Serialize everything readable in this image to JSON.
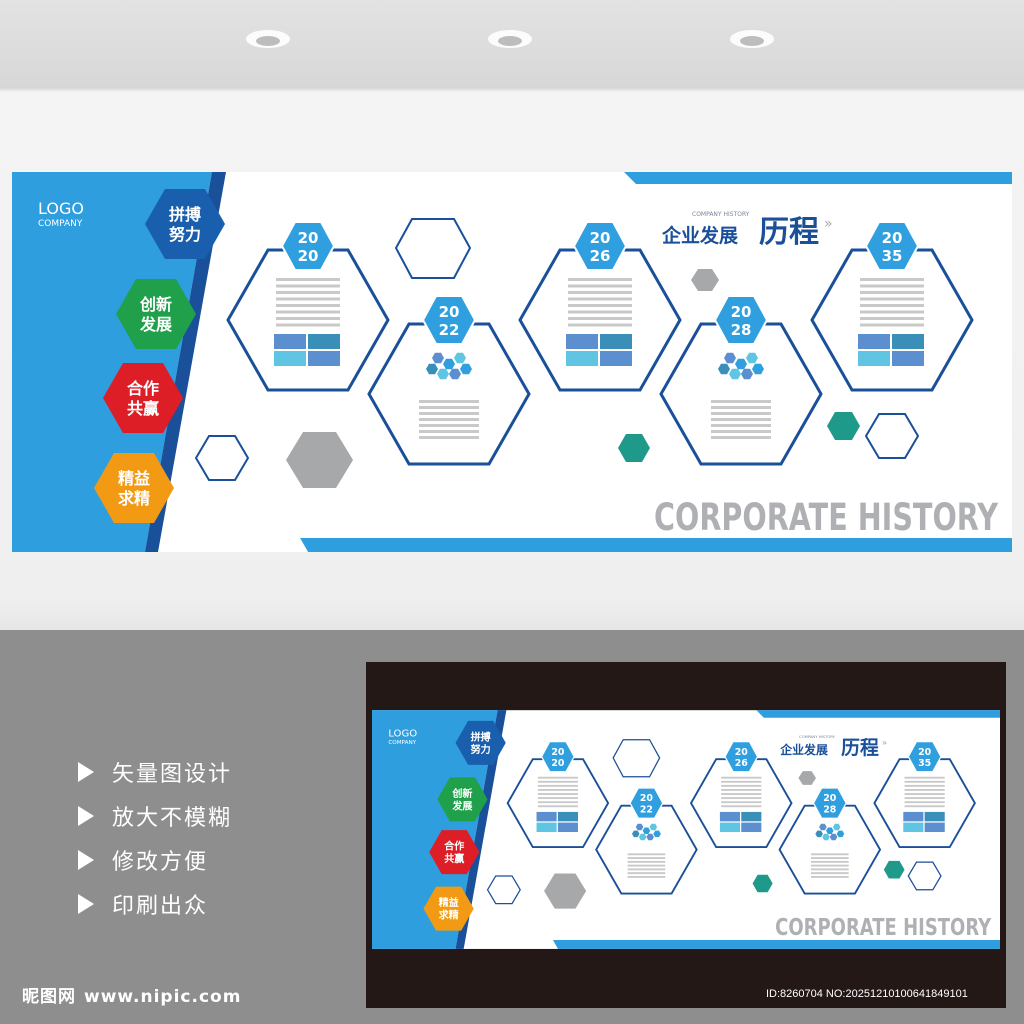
{
  "board": {
    "logo": "LOGO",
    "company": "COMPANY",
    "slogans": [
      {
        "line1": "拼搏",
        "line2": "努力",
        "color": "#1a5fae"
      },
      {
        "line1": "创新",
        "line2": "发展",
        "color": "#20a04a"
      },
      {
        "line1": "合作",
        "line2": "共赢",
        "color": "#dd1e27"
      },
      {
        "line1": "精益",
        "line2": "求精",
        "color": "#f29a13"
      }
    ],
    "years": [
      {
        "top": "20",
        "bottom": "20"
      },
      {
        "top": "20",
        "bottom": "22"
      },
      {
        "top": "20",
        "bottom": "26"
      },
      {
        "top": "20",
        "bottom": "28"
      },
      {
        "top": "20",
        "bottom": "35"
      }
    ],
    "title_small": "COMPANY HISTORY",
    "title_main": "企业发展",
    "title_big": "历程",
    "subtitle": "CORPORATE HISTORY",
    "colors": {
      "blue": "#2e9ede",
      "navy": "#1a4f99",
      "badge": "#2f9fdf",
      "teal": "#1f9a8a",
      "gray": "#a7a8aa"
    }
  },
  "features": [
    "矢量图设计",
    "放大不模糊",
    "修改方便",
    "印刷出众"
  ],
  "brand": {
    "name": "昵图网",
    "url": "www.nipic.com"
  },
  "watermark": "ID:8260704 NO:20251210100641849101"
}
